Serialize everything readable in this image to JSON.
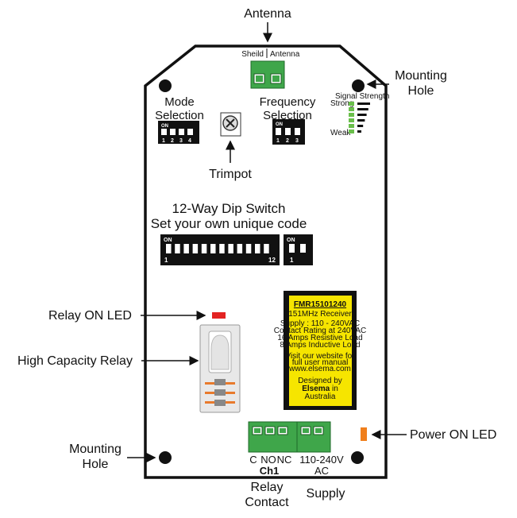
{
  "labels": {
    "antenna": "Antenna",
    "sheild": "Sheild",
    "antenna_small": "Antenna",
    "mounting_hole_top_1": "Mounting",
    "mounting_hole_top_2": "Hole",
    "mounting_hole_bottom_1": "Mounting",
    "mounting_hole_bottom_2": "Hole",
    "mode_1": "Mode",
    "mode_2": "Selection",
    "freq_1": "Frequency",
    "freq_2": "Selection",
    "trimpot": "Trimpot",
    "dip_title": "12-Way Dip Switch",
    "dip_subtitle": "Set your own unique code",
    "relay_on_led": "Relay ON LED",
    "high_capacity_relay": "High Capacity Relay",
    "power_on_led": "Power ON LED",
    "terminal_c": "C",
    "terminal_no": "NO",
    "terminal_nc": "NC",
    "terminal_ch1": "Ch1",
    "terminal_volt": "110-240V",
    "terminal_ac": "AC",
    "relay_contact_1": "Relay",
    "relay_contact_2": "Contact",
    "supply": "Supply",
    "on": "ON",
    "dip_start": "1",
    "dip_end": "12",
    "dip_small_num": "1"
  },
  "mode_switch_numbers": [
    "1",
    "2",
    "3",
    "4"
  ],
  "freq_switch_numbers": [
    "1",
    "2",
    "3"
  ],
  "signal": {
    "title": "Signal Strength",
    "strong": "Strong",
    "weak": "Weak",
    "bar_count": 6
  },
  "yellow_label": {
    "model": "FMR15101240",
    "line1": "151MHz Receiver",
    "line2": "Supply : 110 - 240VAC",
    "line3": "Contact Rating at 240VAC",
    "line4": "16 Amps Resistive Load",
    "line5": "8 Amps Inductive Load",
    "line6": "Visit our website for",
    "line7": "full user manual",
    "line8": "www.elsema.com",
    "designed_by": "Designed by",
    "elsema": "Elsema",
    "in": " in",
    "australia": "Australia"
  },
  "colors": {
    "board_outline": "#111111",
    "terminal_green": "#3fa64a",
    "signal_green": "#6abf4b",
    "relay_led": "#e32322",
    "power_led": "#f07f1c",
    "label_yellow": "#f6e500",
    "relay_stripe": "#e87a2c"
  }
}
